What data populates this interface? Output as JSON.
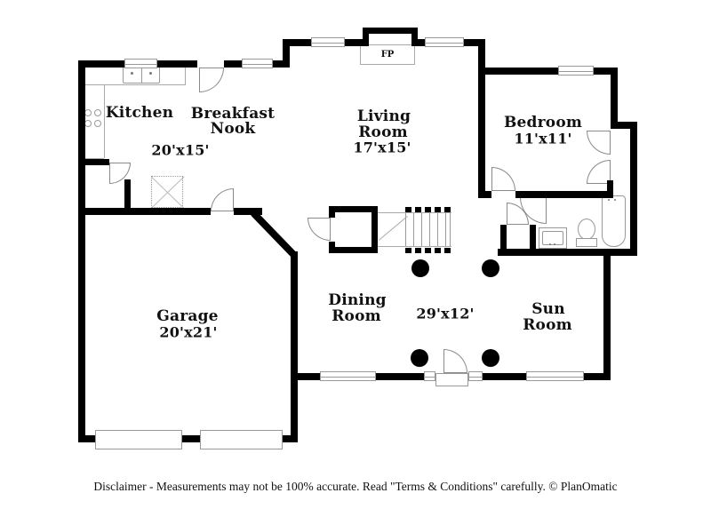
{
  "plan": {
    "fireplace_label": "FP",
    "rooms": {
      "kitchen": {
        "name": "Kitchen"
      },
      "breakfast_nook": {
        "line1": "Breakfast",
        "line2": "Nook"
      },
      "kitchen_nook_dims": "20'x15'",
      "living_room": {
        "line1": "Living",
        "line2": "Room",
        "dims": "17'x15'"
      },
      "bedroom": {
        "name": "Bedroom",
        "dims": "11'x11'"
      },
      "garage": {
        "name": "Garage",
        "dims": "20'x21'"
      },
      "dining_room": {
        "line1": "Dining",
        "line2": "Room"
      },
      "dining_sun_dims": "29'x12'",
      "sun_room": {
        "line1": "Sun",
        "line2": "Room"
      }
    },
    "colors": {
      "wall": "#000000",
      "fixture_line": "#999999",
      "text": "#111111",
      "background": "#ffffff"
    }
  },
  "footer": {
    "disclaimer": "Disclaimer - Measurements may not be 100% accurate. Read \"Terms & Conditions\" carefully. © PlanOmatic"
  }
}
